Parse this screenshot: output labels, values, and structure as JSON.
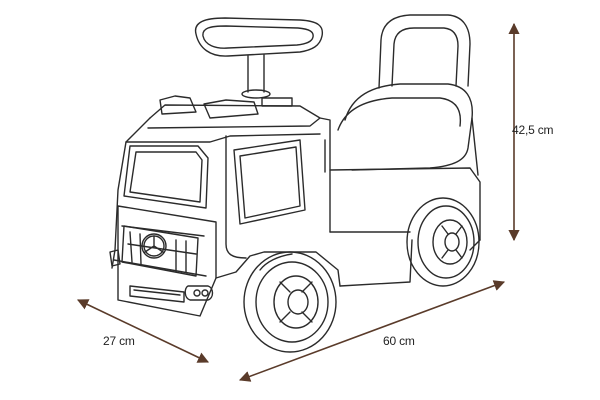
{
  "dimensions": {
    "height": "42,5 cm",
    "width": "27 cm",
    "length": "60 cm"
  },
  "colors": {
    "line": "#2b2b2b",
    "arrow": "#5a3b2a",
    "background": "#ffffff"
  },
  "product": {
    "brand_emblem": "three-pointed-star-emblem"
  }
}
